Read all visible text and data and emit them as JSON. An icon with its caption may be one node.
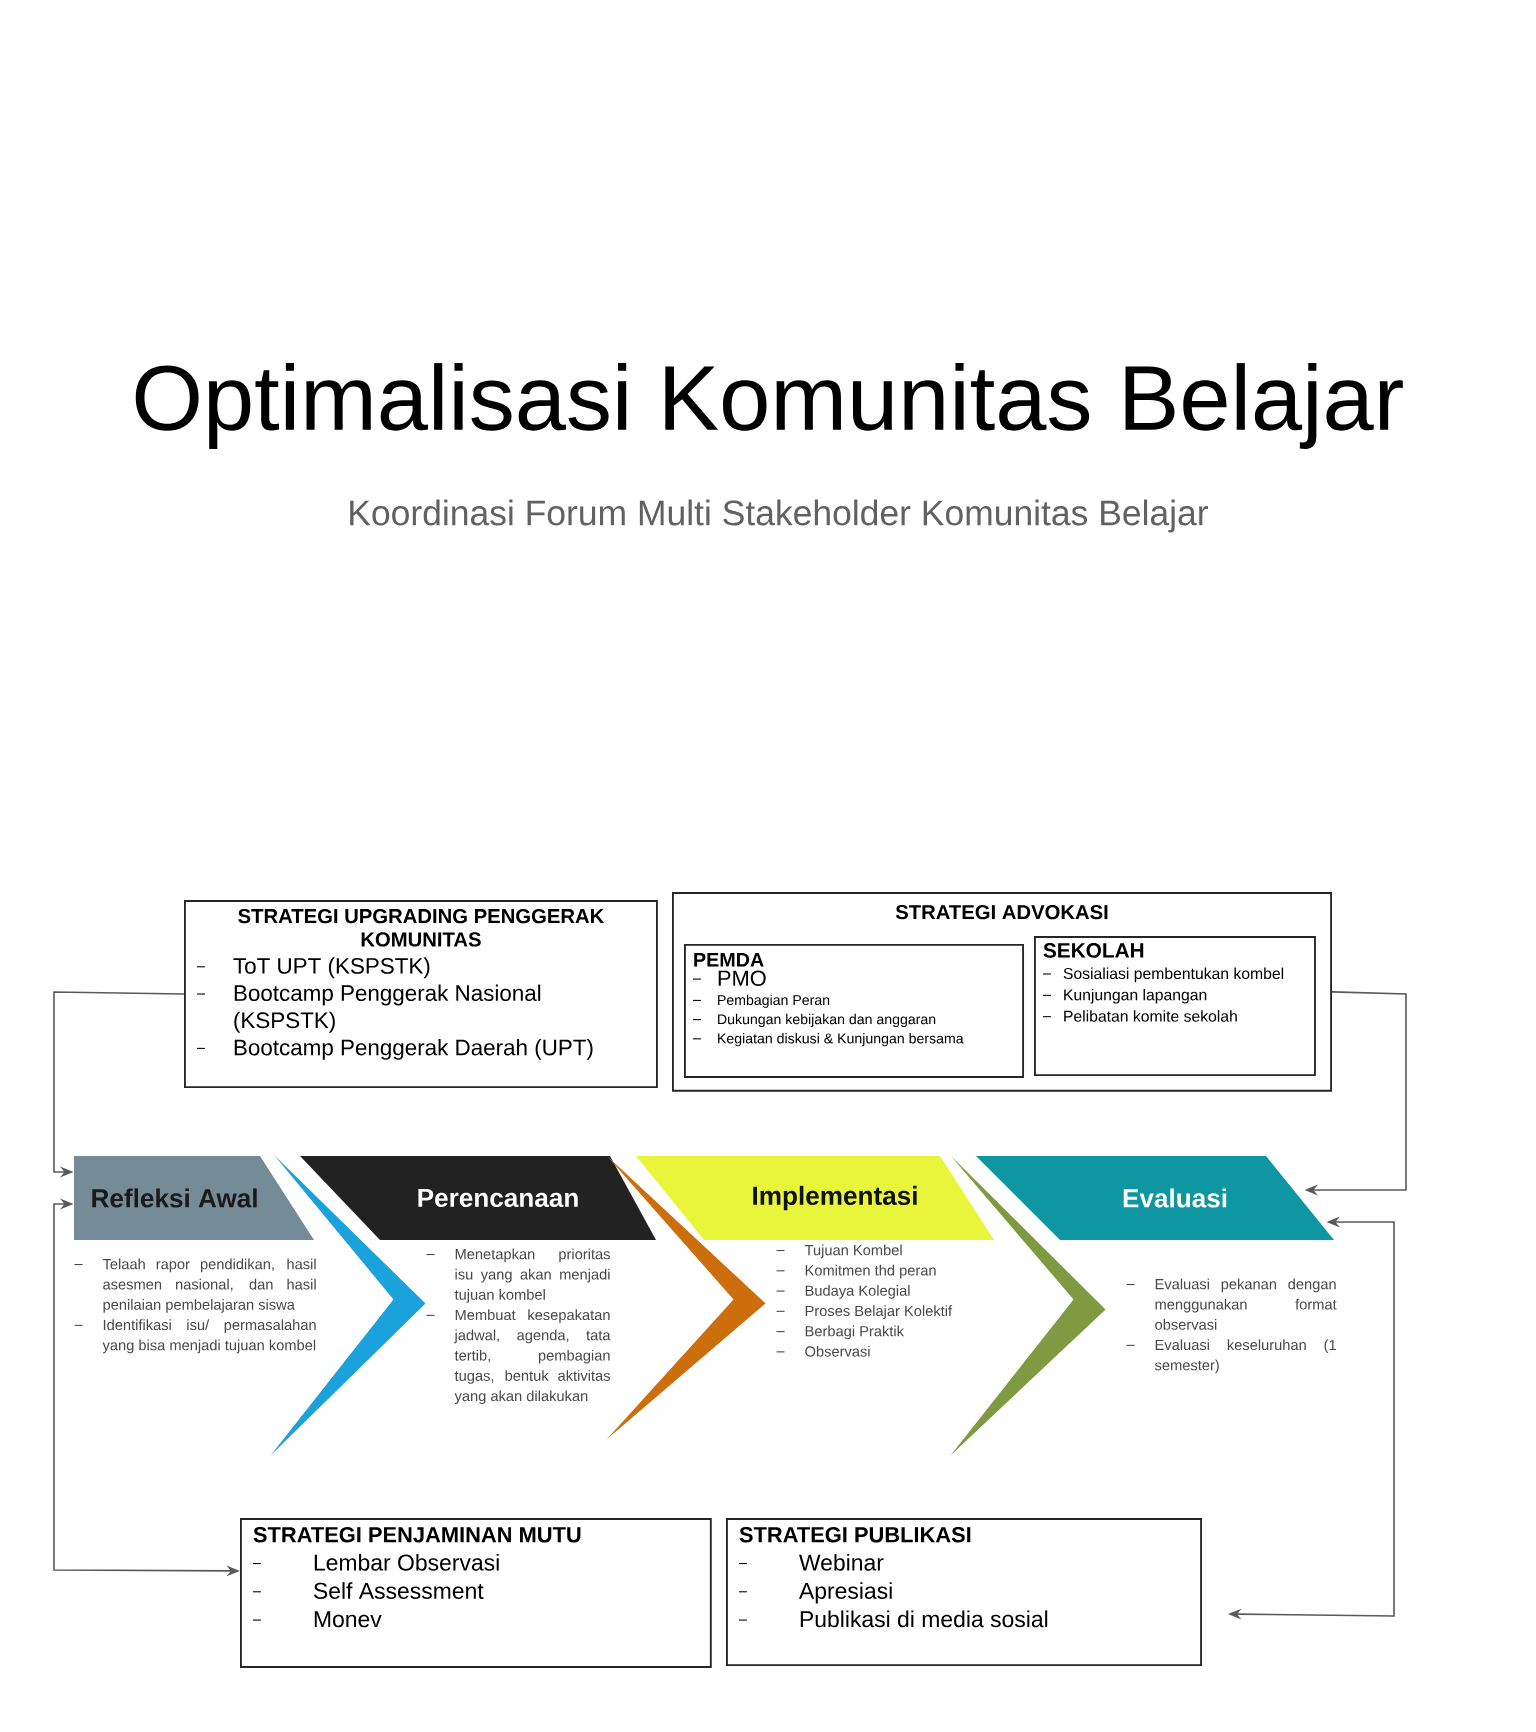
{
  "diagram": {
    "title": "Optimalisasi Komunitas Belajar",
    "nodes": [
      {
        "text": [
          "STRATEGI UPGRADING PENGGERAK KOMUNITAS",
          "ToT UPT (KSPSTK)",
          "Bootcamp Penggerak Nasional (KSPSTK)",
          "Bootcamp Penggerak Daerah (UPT)"
        ]
      },
      {
        "text": [
          "STRATEGI ADVOKASI"
        ]
      },
      {
        "text": [
          "PEMDA",
          "PMO",
          "Pembagian Peran",
          "Dukungan kebijakan dan anggaran",
          "Kegiatan diskusi & Kunjungan bersama"
        ],
        "in": 1
      },
      {
        "text": [
          "SEKOLAH",
          "Sosialiasi pembentukan kombel",
          "Kunjungan lapangan",
          "Pelibatan komite sekolah"
        ],
        "in": 1
      },
      {
        "text": [
          "Refleksi Awal"
        ],
        "beside": [
          "Telaah rapor pendidikan, hasil asesmen nasional, dan hasil penilaian pembelajaran siswa",
          "Identifikasi isu/ permasalahan yang bisa menjadi tujuan kombel"
        ]
      },
      {
        "text": [
          "Perencanaan"
        ],
        "beside": [
          "Menetapkan prioritas isu yang akan menjadi tujuan kombel",
          "Membuat kesepakatan jadwal, agenda, tata tertib, pembagian tugas, bentuk aktivitas yang akan dilakukan"
        ]
      },
      {
        "text": [
          "Implementasi"
        ],
        "beside": [
          "Tujuan Kombel",
          "Komitmen thd peran",
          "Budaya Kolegial",
          "Proses Belajar Kolektif",
          "Berbagi Praktik",
          "Observasi"
        ]
      },
      {
        "text": [
          "Evaluasi"
        ],
        "beside": [
          "Evaluasi pekanan dengan menggunakan format observasi",
          "Evaluasi keseluruhan (1 semester)"
        ]
      },
      {
        "text": [
          "STRATEGI PENJAMINAN MUTU",
          "Lembar Observasi",
          "Self Assessment",
          "Monev"
        ]
      },
      {
        "text": [
          "STRATEGI PUBLIKASI",
          "Webinar",
          "Apresiasi",
          "Publikasi di media sosial"
        ]
      }
    ],
    "edges": [
      {
        "from": 0,
        "to": 4,
        "arrow": "to"
      },
      {
        "from": 8,
        "to": 4,
        "arrow": "both"
      },
      {
        "from": 1,
        "to": 7,
        "arrow": "to"
      },
      {
        "from": 7,
        "to": 9,
        "arrow": "both"
      },
      {
        "from": 4,
        "to": 5,
        "arrow": "to",
        "color": "#1ba1dc"
      },
      {
        "from": 5,
        "to": 6,
        "arrow": "to",
        "color": "#cc6e0c"
      },
      {
        "from": 6,
        "to": 7,
        "arrow": "to",
        "color": "#7f9a40"
      }
    ],
    "labels": [
      "Koordinasi Forum Multi Stakeholder Komunitas Belajar"
    ]
  }
}
